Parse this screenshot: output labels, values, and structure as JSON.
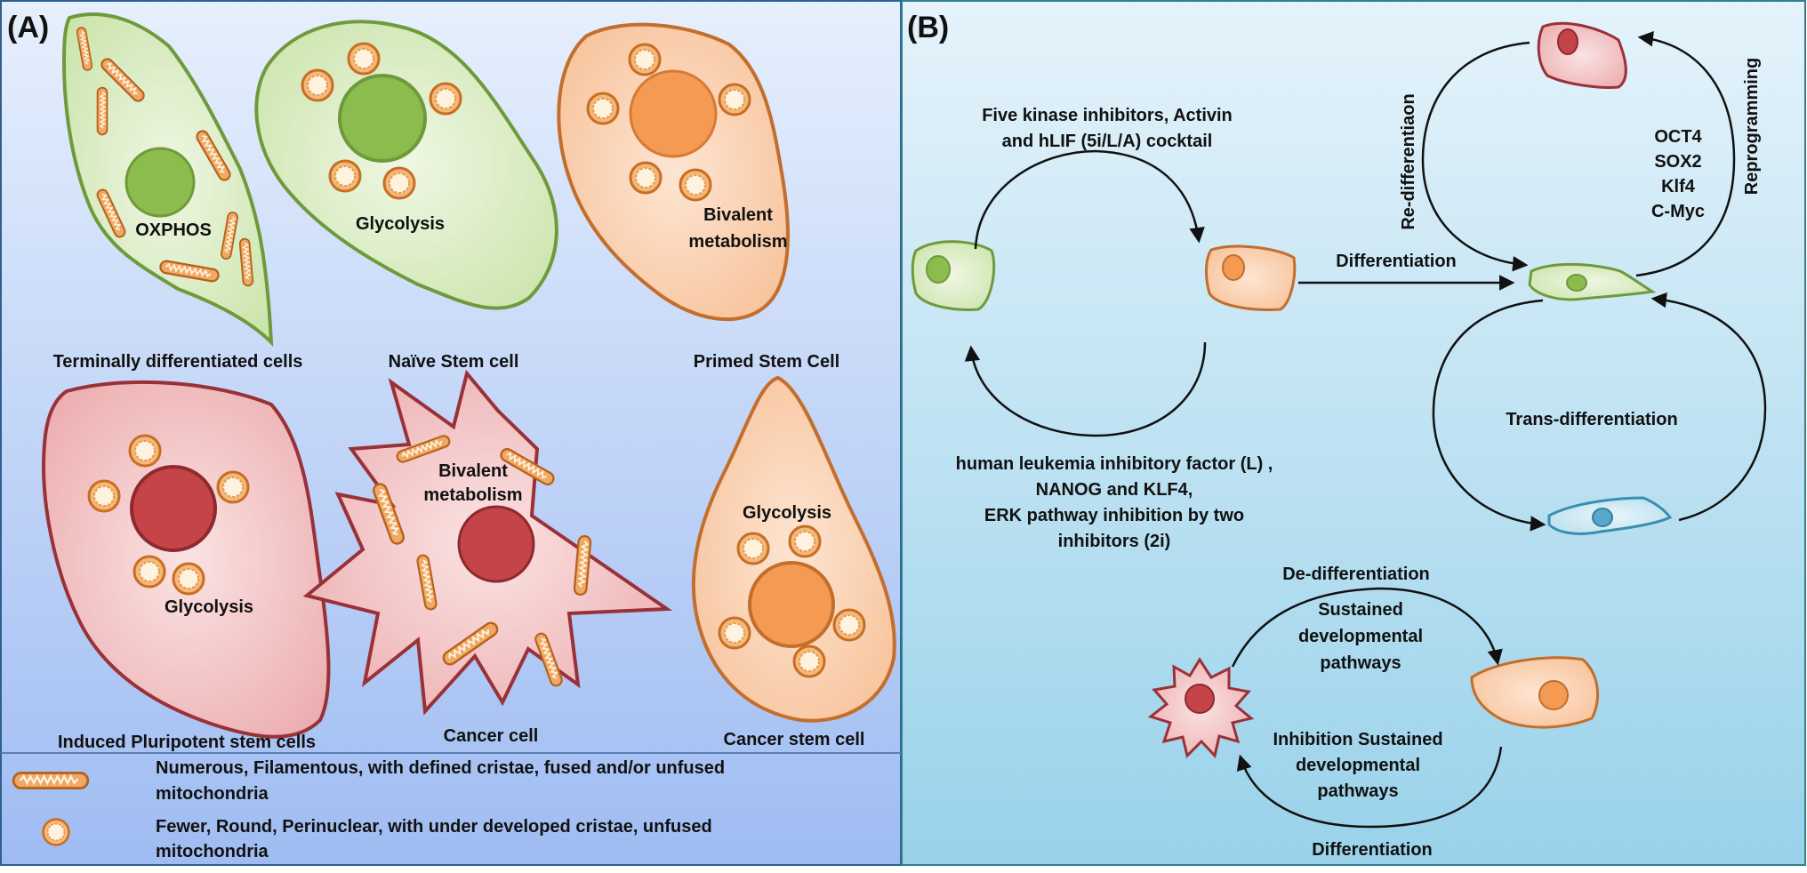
{
  "panel_a": {
    "panel_label": "(A)",
    "cells": {
      "terminal": {
        "name": "Terminally differentiated cells",
        "metabolism": "OXPHOS"
      },
      "naive": {
        "name": "Naïve Stem cell",
        "metabolism": "Glycolysis"
      },
      "primed": {
        "name": "Primed Stem Cell",
        "metabolism_line1": "Bivalent",
        "metabolism_line2": "metabolism"
      },
      "ipsc": {
        "name": "Induced Pluripotent stem cells",
        "metabolism": "Glycolysis"
      },
      "cancer": {
        "name": "Cancer  cell",
        "metabolism_line1": "Bivalent",
        "metabolism_line2": "metabolism"
      },
      "csc": {
        "name": "Cancer stem cell",
        "metabolism": "Glycolysis"
      }
    },
    "legend": {
      "filamentous_line1": "Numerous, Filamentous,  with defined cristae, fused and/or unfused",
      "filamentous_line2": "mitochondria",
      "round_line1": "Fewer, Round, Perinuclear, with under developed cristae, unfused",
      "round_line2": "mitochondria"
    }
  },
  "panel_b": {
    "panel_label": "(B)",
    "top_cycle_line1": "Five kinase  inhibitors, Activin",
    "top_cycle_line2": "and hLIF (5i/L/A) cocktail",
    "bottom_cycle_line1": "human leukemia inhibitory factor (L) ,",
    "bottom_cycle_line2": "NANOG and KLF4,",
    "bottom_cycle_line3": "ERK pathway inhibition by two",
    "bottom_cycle_line4": "inhibitors (2i)",
    "differentiation": "Differentiation",
    "re_differentiation": "Re-differentiaon",
    "reprogramming": "Reprogramming",
    "factors": [
      "OCT4",
      "SOX2",
      "Klf4",
      "C-Myc"
    ],
    "trans_differentiation": "Trans-differentiation",
    "de_differentiation": "De-differentiation",
    "sustained_line1": "Sustained",
    "sustained_line2": "developmental",
    "sustained_line3": "pathways",
    "inhibition_line1": "Inhibition Sustained",
    "inhibition_line2": "developmental",
    "inhibition_line3": "pathways",
    "differentiation_bottom": "Differentiation"
  }
}
